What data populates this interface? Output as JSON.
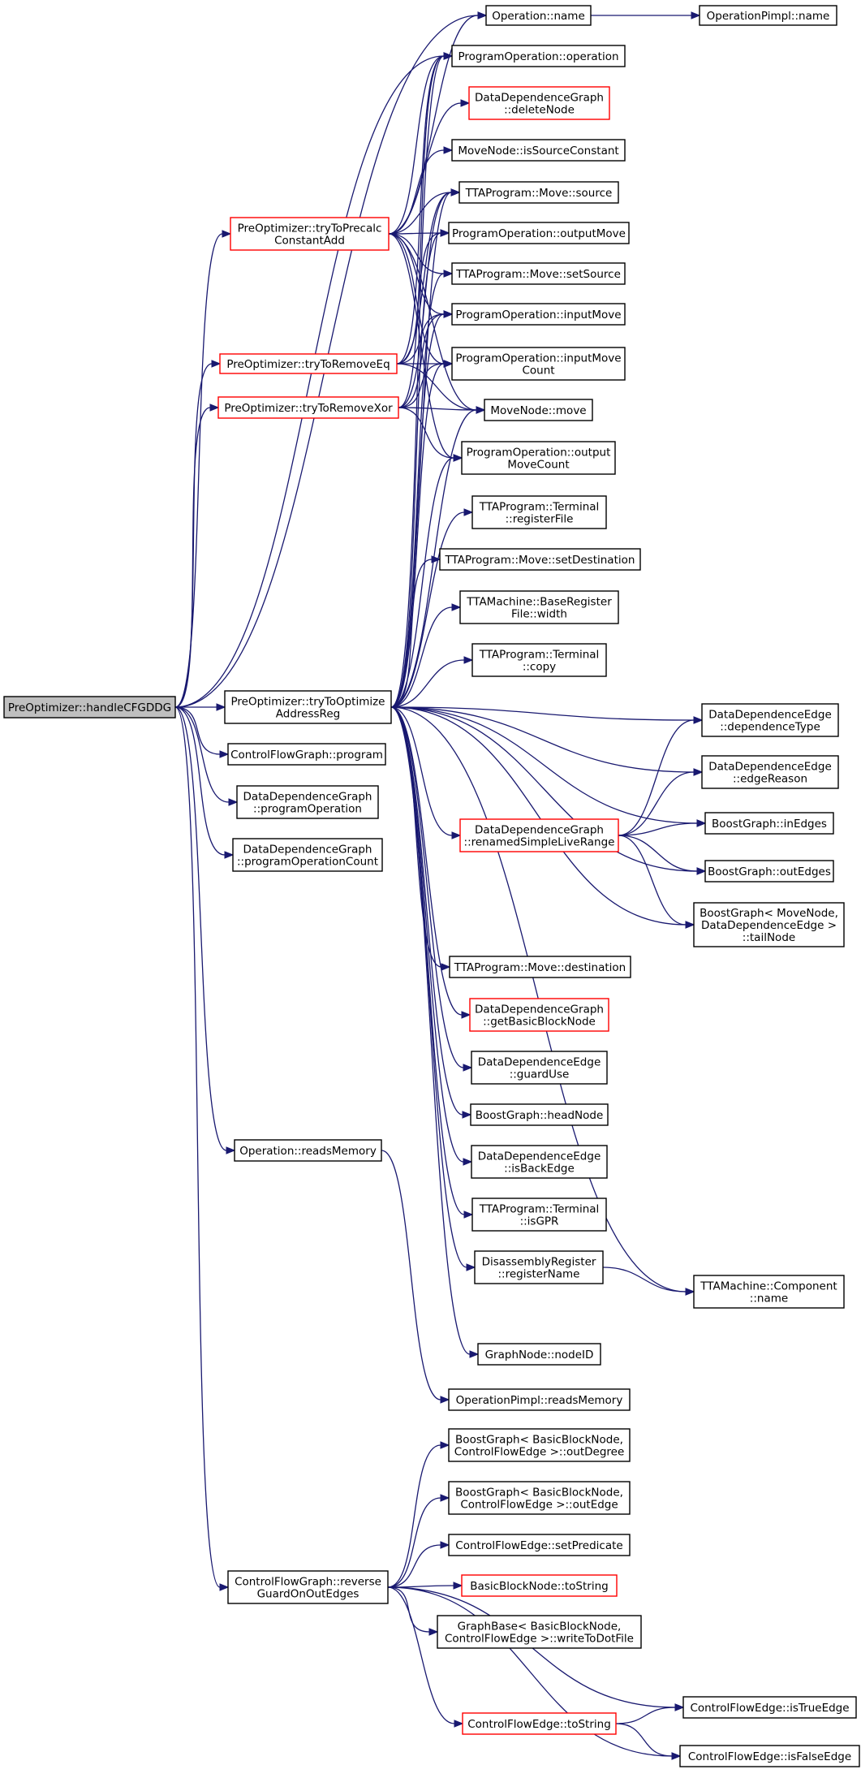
{
  "nodes": {
    "handle": {
      "lines": [
        "PreOptimizer::handleCFGDDG"
      ],
      "root": true
    },
    "precalc": {
      "lines": [
        "PreOptimizer::tryToPrecalc",
        "ConstantAdd"
      ],
      "red": true
    },
    "removeEq": {
      "lines": [
        "PreOptimizer::tryToRemoveEq"
      ],
      "red": true
    },
    "removeXor": {
      "lines": [
        "PreOptimizer::tryToRemoveXor"
      ],
      "red": true
    },
    "optAddr": {
      "lines": [
        "PreOptimizer::tryToOptimize",
        "AddressReg"
      ]
    },
    "cfgProgram": {
      "lines": [
        "ControlFlowGraph::program"
      ]
    },
    "ddgProgOp": {
      "lines": [
        "DataDependenceGraph",
        "::programOperation"
      ]
    },
    "ddgProgOpCount": {
      "lines": [
        "DataDependenceGraph",
        "::programOperationCount"
      ]
    },
    "readsMemory": {
      "lines": [
        "Operation::readsMemory"
      ]
    },
    "reverseGuard": {
      "lines": [
        "ControlFlowGraph::reverse",
        "GuardOnOutEdges"
      ]
    },
    "opName": {
      "lines": [
        "Operation::name"
      ]
    },
    "opPimplName": {
      "lines": [
        "OperationPimpl::name"
      ]
    },
    "progOpOperation": {
      "lines": [
        "ProgramOperation::operation"
      ]
    },
    "ddgDeleteNode": {
      "lines": [
        "DataDependenceGraph",
        "::deleteNode"
      ],
      "red": true
    },
    "mnSourceConst": {
      "lines": [
        "MoveNode::isSourceConstant"
      ]
    },
    "moveSource": {
      "lines": [
        "TTAProgram::Move::source"
      ]
    },
    "progOpOutputMove": {
      "lines": [
        "ProgramOperation::outputMove"
      ]
    },
    "moveSetSource": {
      "lines": [
        "TTAProgram::Move::setSource"
      ]
    },
    "progOpInputMove": {
      "lines": [
        "ProgramOperation::inputMove"
      ]
    },
    "progOpInputMoveCount": {
      "lines": [
        "ProgramOperation::inputMove",
        "Count"
      ]
    },
    "mnMove": {
      "lines": [
        "MoveNode::move"
      ]
    },
    "progOpOutputMoveCount": {
      "lines": [
        "ProgramOperation::output",
        "MoveCount"
      ]
    },
    "termRegFile": {
      "lines": [
        "TTAProgram::Terminal",
        "::registerFile"
      ]
    },
    "moveSetDest": {
      "lines": [
        "TTAProgram::Move::setDestination"
      ]
    },
    "baseRFWidth": {
      "lines": [
        "TTAMachine::BaseRegister",
        "File::width"
      ]
    },
    "termCopy": {
      "lines": [
        "TTAProgram::Terminal",
        "::copy"
      ]
    },
    "ddeDepType": {
      "lines": [
        "DataDependenceEdge",
        "::dependenceType"
      ]
    },
    "ddeEdgeReason": {
      "lines": [
        "DataDependenceEdge",
        "::edgeReason"
      ]
    },
    "renamedSLR": {
      "lines": [
        "DataDependenceGraph",
        "::renamedSimpleLiveRange"
      ],
      "red": true
    },
    "bgInEdges": {
      "lines": [
        "BoostGraph::inEdges"
      ]
    },
    "bgOutEdges": {
      "lines": [
        "BoostGraph::outEdges"
      ]
    },
    "bgTailNode": {
      "lines": [
        "BoostGraph< MoveNode,",
        "DataDependenceEdge >",
        "::tailNode"
      ]
    },
    "moveDest": {
      "lines": [
        "TTAProgram::Move::destination"
      ]
    },
    "ddgGetBBNode": {
      "lines": [
        "DataDependenceGraph",
        "::getBasicBlockNode"
      ],
      "red": true
    },
    "ddeGuardUse": {
      "lines": [
        "DataDependenceEdge",
        "::guardUse"
      ]
    },
    "bgHeadNode": {
      "lines": [
        "BoostGraph::headNode"
      ]
    },
    "ddeIsBackEdge": {
      "lines": [
        "DataDependenceEdge",
        "::isBackEdge"
      ]
    },
    "termIsGPR": {
      "lines": [
        "TTAProgram::Terminal",
        "::isGPR"
      ]
    },
    "disRegName": {
      "lines": [
        "DisassemblyRegister",
        "::registerName"
      ]
    },
    "compName": {
      "lines": [
        "TTAMachine::Component",
        "::name"
      ]
    },
    "gnNodeID": {
      "lines": [
        "GraphNode::nodeID"
      ]
    },
    "opPimplReadsMem": {
      "lines": [
        "OperationPimpl::readsMemory"
      ]
    },
    "bgOutDegree": {
      "lines": [
        "BoostGraph< BasicBlockNode,",
        "ControlFlowEdge >::outDegree"
      ]
    },
    "bgOutEdge": {
      "lines": [
        "BoostGraph< BasicBlockNode,",
        "ControlFlowEdge >::outEdge"
      ]
    },
    "cfeSetPred": {
      "lines": [
        "ControlFlowEdge::setPredicate"
      ]
    },
    "bbnToString": {
      "lines": [
        "BasicBlockNode::toString"
      ],
      "red": true
    },
    "gbWriteDot": {
      "lines": [
        "GraphBase< BasicBlockNode,",
        "ControlFlowEdge >::writeToDotFile"
      ]
    },
    "cfeIsTrue": {
      "lines": [
        "ControlFlowEdge::isTrueEdge"
      ]
    },
    "cfeToString": {
      "lines": [
        "ControlFlowEdge::toString"
      ],
      "red": true
    },
    "cfeIsFalse": {
      "lines": [
        "ControlFlowEdge::isFalseEdge"
      ]
    }
  },
  "edges": [
    [
      "handle",
      "precalc"
    ],
    [
      "handle",
      "removeEq"
    ],
    [
      "handle",
      "removeXor"
    ],
    [
      "handle",
      "optAddr"
    ],
    [
      "handle",
      "cfgProgram"
    ],
    [
      "handle",
      "ddgProgOp"
    ],
    [
      "handle",
      "ddgProgOpCount"
    ],
    [
      "handle",
      "readsMemory"
    ],
    [
      "handle",
      "reverseGuard"
    ],
    [
      "handle",
      "opName"
    ],
    [
      "handle",
      "progOpOperation"
    ],
    [
      "opName",
      "opPimplName"
    ],
    [
      "precalc",
      "opName"
    ],
    [
      "precalc",
      "progOpOperation"
    ],
    [
      "precalc",
      "ddgDeleteNode"
    ],
    [
      "precalc",
      "mnSourceConst"
    ],
    [
      "precalc",
      "moveSource"
    ],
    [
      "precalc",
      "progOpOutputMove"
    ],
    [
      "precalc",
      "moveSetSource"
    ],
    [
      "precalc",
      "progOpInputMove"
    ],
    [
      "precalc",
      "progOpInputMoveCount"
    ],
    [
      "precalc",
      "mnMove"
    ],
    [
      "precalc",
      "progOpOutputMoveCount"
    ],
    [
      "removeEq",
      "progOpOperation"
    ],
    [
      "removeEq",
      "moveSource"
    ],
    [
      "removeEq",
      "progOpOutputMove"
    ],
    [
      "removeEq",
      "progOpInputMove"
    ],
    [
      "removeEq",
      "progOpInputMoveCount"
    ],
    [
      "removeEq",
      "mnMove"
    ],
    [
      "removeXor",
      "progOpOperation"
    ],
    [
      "removeXor",
      "moveSource"
    ],
    [
      "removeXor",
      "progOpInputMove"
    ],
    [
      "removeXor",
      "progOpInputMoveCount"
    ],
    [
      "removeXor",
      "mnMove"
    ],
    [
      "removeXor",
      "progOpOutputMoveCount"
    ],
    [
      "optAddr",
      "progOpOperation"
    ],
    [
      "optAddr",
      "moveSource"
    ],
    [
      "optAddr",
      "progOpOutputMove"
    ],
    [
      "optAddr",
      "moveSetSource"
    ],
    [
      "optAddr",
      "progOpInputMove"
    ],
    [
      "optAddr",
      "progOpInputMoveCount"
    ],
    [
      "optAddr",
      "mnMove"
    ],
    [
      "optAddr",
      "progOpOutputMoveCount"
    ],
    [
      "optAddr",
      "termRegFile"
    ],
    [
      "optAddr",
      "moveSetDest"
    ],
    [
      "optAddr",
      "baseRFWidth"
    ],
    [
      "optAddr",
      "termCopy"
    ],
    [
      "optAddr",
      "ddeDepType"
    ],
    [
      "optAddr",
      "ddeEdgeReason"
    ],
    [
      "optAddr",
      "renamedSLR"
    ],
    [
      "optAddr",
      "bgInEdges"
    ],
    [
      "optAddr",
      "bgOutEdges"
    ],
    [
      "optAddr",
      "bgTailNode"
    ],
    [
      "optAddr",
      "moveDest"
    ],
    [
      "optAddr",
      "ddgGetBBNode"
    ],
    [
      "optAddr",
      "ddeGuardUse"
    ],
    [
      "optAddr",
      "bgHeadNode"
    ],
    [
      "optAddr",
      "ddeIsBackEdge"
    ],
    [
      "optAddr",
      "termIsGPR"
    ],
    [
      "optAddr",
      "disRegName"
    ],
    [
      "optAddr",
      "compName"
    ],
    [
      "optAddr",
      "gnNodeID"
    ],
    [
      "renamedSLR",
      "ddeDepType"
    ],
    [
      "renamedSLR",
      "ddeEdgeReason"
    ],
    [
      "renamedSLR",
      "bgInEdges"
    ],
    [
      "renamedSLR",
      "bgOutEdges"
    ],
    [
      "renamedSLR",
      "bgTailNode"
    ],
    [
      "disRegName",
      "compName"
    ],
    [
      "readsMemory",
      "opPimplReadsMem"
    ],
    [
      "reverseGuard",
      "bgOutDegree"
    ],
    [
      "reverseGuard",
      "bgOutEdge"
    ],
    [
      "reverseGuard",
      "cfeSetPred"
    ],
    [
      "reverseGuard",
      "bbnToString"
    ],
    [
      "reverseGuard",
      "gbWriteDot"
    ],
    [
      "reverseGuard",
      "cfeIsTrue"
    ],
    [
      "reverseGuard",
      "cfeToString"
    ],
    [
      "reverseGuard",
      "cfeIsFalse"
    ],
    [
      "cfeToString",
      "cfeIsTrue"
    ],
    [
      "cfeToString",
      "cfeIsFalse"
    ]
  ]
}
